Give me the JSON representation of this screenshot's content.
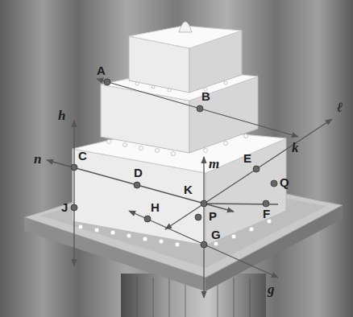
{
  "diagram": {
    "labels": [
      "A",
      "B",
      "h",
      "k",
      "ℓ",
      "n",
      "C",
      "D",
      "m",
      "E",
      "Q",
      "J",
      "H",
      "K",
      "P",
      "F",
      "G",
      "g"
    ]
  }
}
